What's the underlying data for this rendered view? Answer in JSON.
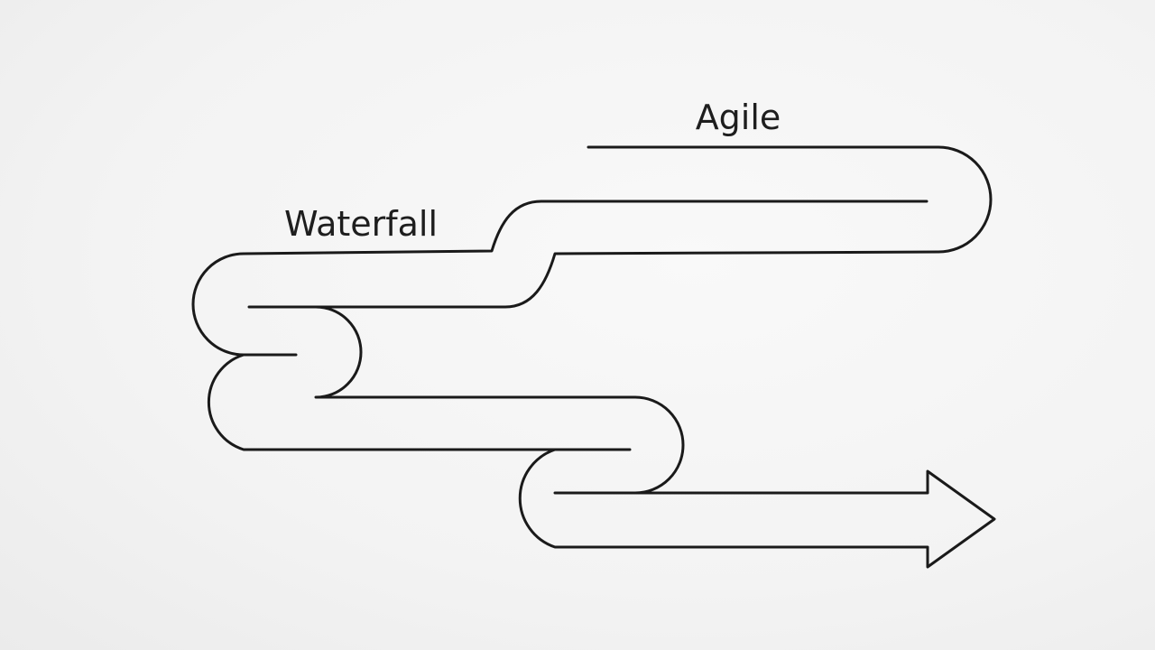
{
  "diagram": {
    "labels": {
      "agile": "Agile",
      "waterfall": "Waterfall"
    },
    "colors": {
      "stroke": "#1a1a1a",
      "text": "#1e1e1e",
      "background": "#f4f4f4"
    },
    "shapes": [
      "winding-band-path",
      "arrowhead"
    ]
  }
}
